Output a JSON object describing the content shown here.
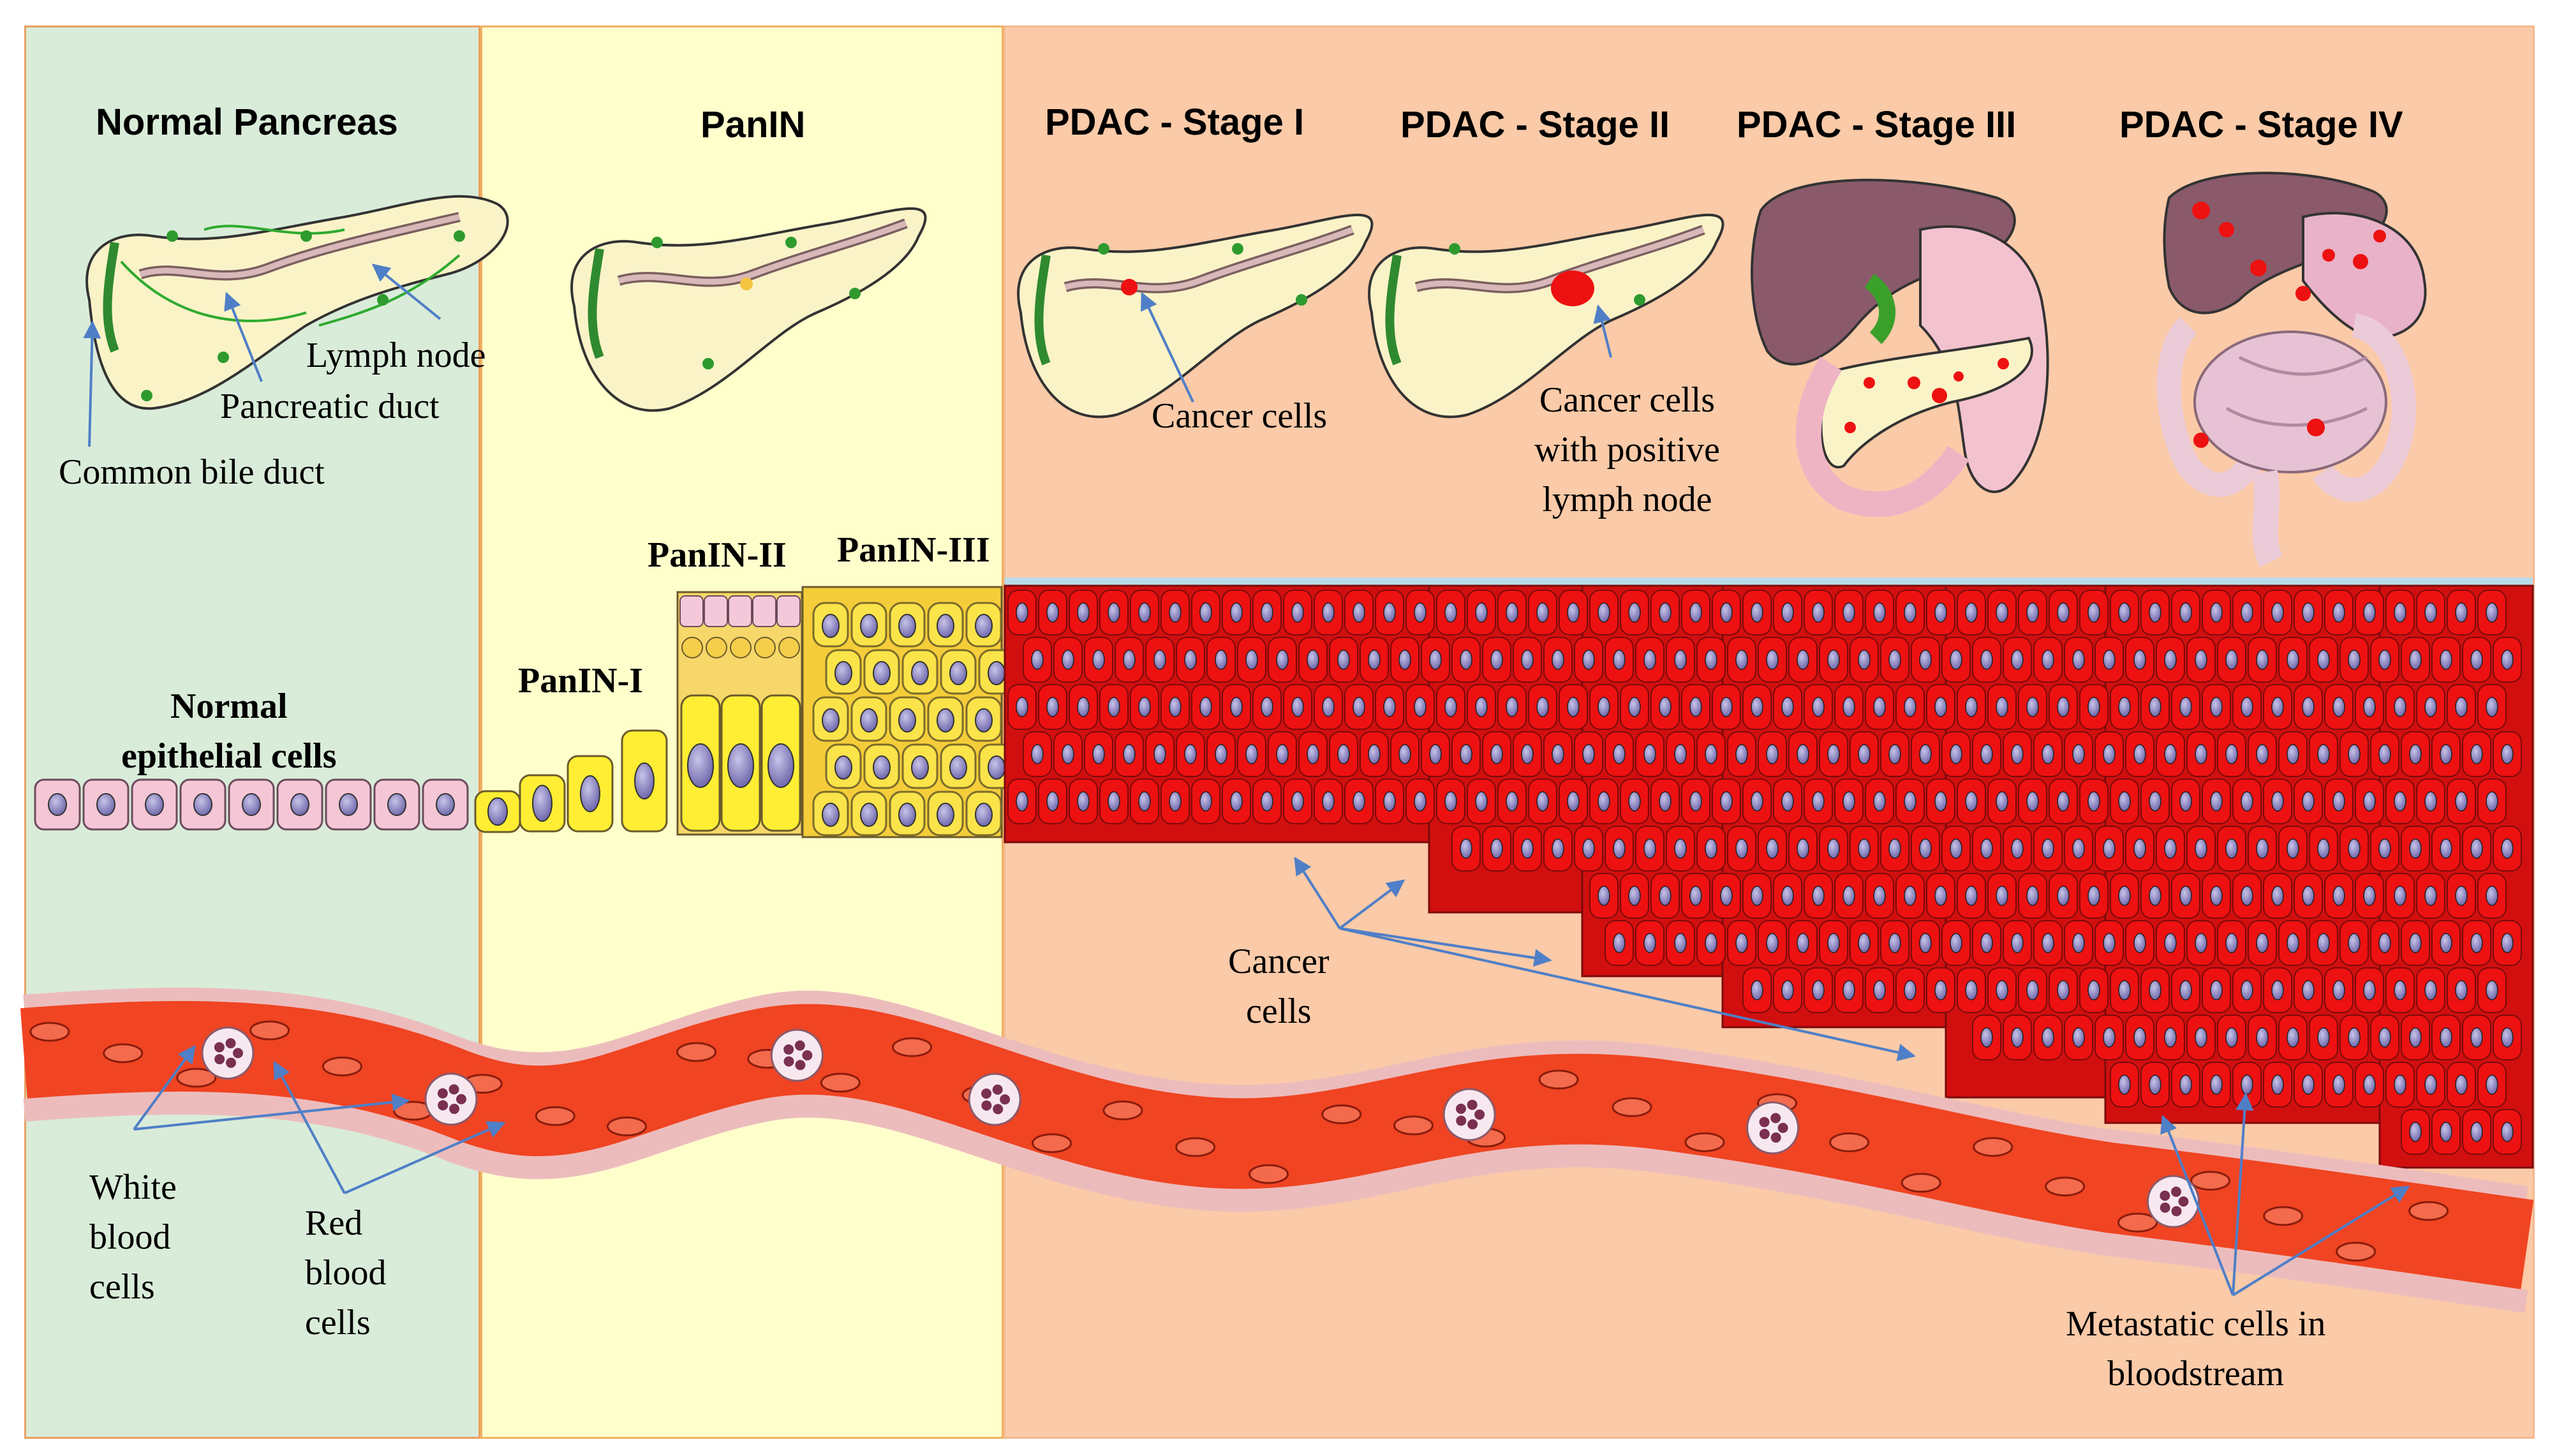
{
  "stages": {
    "normal": "Normal Pancreas",
    "panin": "PanIN",
    "pdac1": "PDAC - Stage I",
    "pdac2": "PDAC - Stage II",
    "pdac3": "PDAC - Stage III",
    "pdac4": "PDAC - Stage IV"
  },
  "pancreas_labels": {
    "lymph_node": "Lymph node",
    "pancreatic_duct": "Pancreatic duct",
    "common_bile_duct": "Common bile duct",
    "cancer_cells": "Cancer  cells",
    "cancer_cells_lymph": [
      "Cancer  cells",
      "with positive",
      "lymph node"
    ]
  },
  "epithelium": {
    "normal": [
      "Normal",
      "epithelial  cells"
    ],
    "panin1": "PanIN-I",
    "panin2": "PanIN-II",
    "panin3": "PanIN-III",
    "cancer_cells": [
      "Cancer",
      "cells"
    ]
  },
  "blood": {
    "white_cells": [
      "White",
      "blood",
      "cells"
    ],
    "red_cells": [
      "Red",
      "blood",
      "cells"
    ],
    "metastatic": [
      "Metastatic  cells in",
      "bloodstream"
    ]
  },
  "colors": {
    "normal_bg": "#d9ecd9",
    "panin_bg": "#ffffcc",
    "pdac_bg": "#fbcaa8",
    "normal_cell": "#f4c6d6",
    "panin_cell": "#ffee33",
    "cancer_cell": "#ee1111",
    "vessel": "#f04422",
    "arrow": "#4f7fc7"
  }
}
